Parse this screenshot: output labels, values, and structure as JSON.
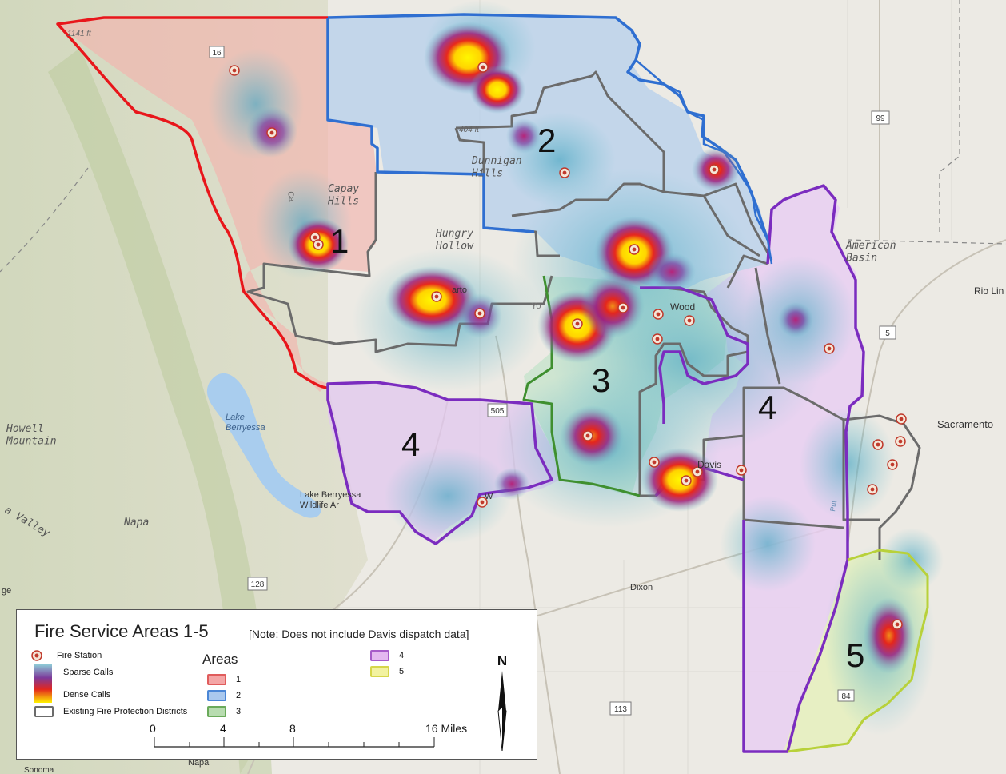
{
  "map": {
    "places": {
      "capay_hills": "Capay\nHills",
      "dunnigan_hills": "Dunnigan\nHills",
      "hungry_hollow": "Hungry\nHollow",
      "american_basin": "American\nBasin",
      "howell_mountain": "Howell\nMountain",
      "lake_berryessa": "Lake\nBerryessa",
      "lake_berryessa_wildlife": "Lake Berryessa\nWildlife Ar",
      "napa": "Napa",
      "napa_bottom": "Napa",
      "sonoma": "Sonoma",
      "valley": "a Valley",
      "sacramento": "Sacramento",
      "rio_linda": "Rio Lin",
      "dixon": "Dixon",
      "davis": "Davis",
      "woodland": "Wood",
      "esparto": "arto",
      "yolo": "Yo",
      "winters": "W",
      "elev_1141": "1141 ft",
      "elev_404": "404 ft",
      "edge_ge": "ge",
      "road_16": "16",
      "road_99": "99",
      "road_5": "5",
      "road_505": "505",
      "road_128": "128",
      "road_113": "113",
      "road_84": "84",
      "cache_creek": "Ca",
      "putah": "Put"
    },
    "area_labels": [
      "1",
      "2",
      "3",
      "4",
      "4",
      "5"
    ]
  },
  "legend": {
    "title": "Fire Service Areas 1-5",
    "note": "[Note: Does not include Davis dispatch data]",
    "fire_station": "Fire Station",
    "sparse_calls": "Sparse Calls",
    "dense_calls": "Dense Calls",
    "existing_districts": "Existing Fire Protection Districts",
    "areas_header": "Areas",
    "areas": [
      {
        "label": "1",
        "color": "#f4a6a6",
        "stroke": "#e05c5c"
      },
      {
        "label": "2",
        "color": "#a9c8ee",
        "stroke": "#4a86d6"
      },
      {
        "label": "3",
        "color": "#b8dcb0",
        "stroke": "#6aaa5a"
      },
      {
        "label": "4",
        "color": "#e4b8f0",
        "stroke": "#a75bc9"
      },
      {
        "label": "5",
        "color": "#f2f2a0",
        "stroke": "#d6d64a"
      }
    ],
    "scale": {
      "ticks": [
        "0",
        "4",
        "8",
        "16 Miles"
      ]
    },
    "north": "N"
  },
  "colors": {
    "area1_border": "#e8161b",
    "area2_border": "#2f6fd1",
    "area3_border": "#3f8f2f",
    "area4_border": "#7b2cbf",
    "area5_border": "#b8d13a",
    "districts": "#6b6b6b"
  }
}
